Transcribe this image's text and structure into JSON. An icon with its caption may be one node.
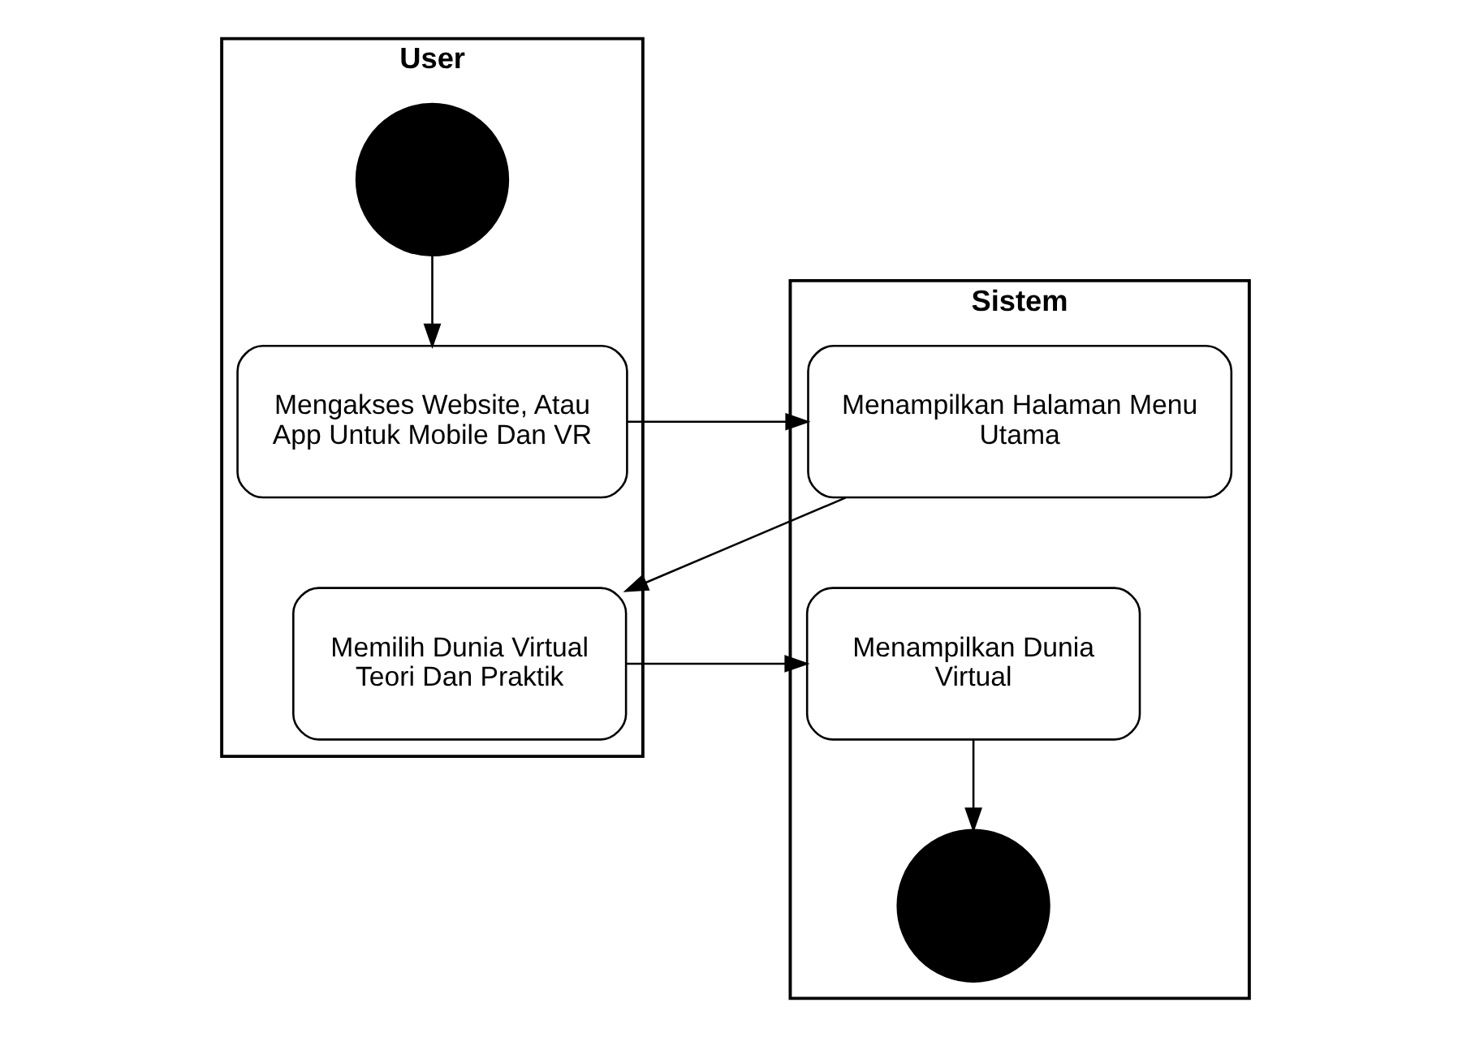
{
  "diagram": {
    "nodes": [
      {
        "text": [
          "User"
        ]
      },
      {
        "text": [
          "Sistem"
        ]
      },
      {
        "text": [],
        "shape": "circle",
        "in": 0
      },
      {
        "text": [
          "Mengakses Website, Atau App Untuk Mobile Dan VR"
        ],
        "in": 0
      },
      {
        "text": [
          "Menampilkan Halaman Menu Utama"
        ],
        "in": 1
      },
      {
        "text": [
          "Memilih Dunia Virtual Teori Dan Praktik"
        ],
        "in": 0
      },
      {
        "text": [
          "Menampilkan Dunia Virtual"
        ],
        "in": 1
      },
      {
        "text": [],
        "shape": "circle",
        "in": 1
      }
    ],
    "edges": [
      {
        "from": 2,
        "to": 3,
        "arrow": "to"
      },
      {
        "from": 3,
        "to": 4,
        "arrow": "to"
      },
      {
        "from": 4,
        "to": 5,
        "arrow": "to"
      },
      {
        "from": 5,
        "to": 6,
        "arrow": "to"
      },
      {
        "from": 6,
        "to": 7,
        "arrow": "to"
      }
    ]
  }
}
